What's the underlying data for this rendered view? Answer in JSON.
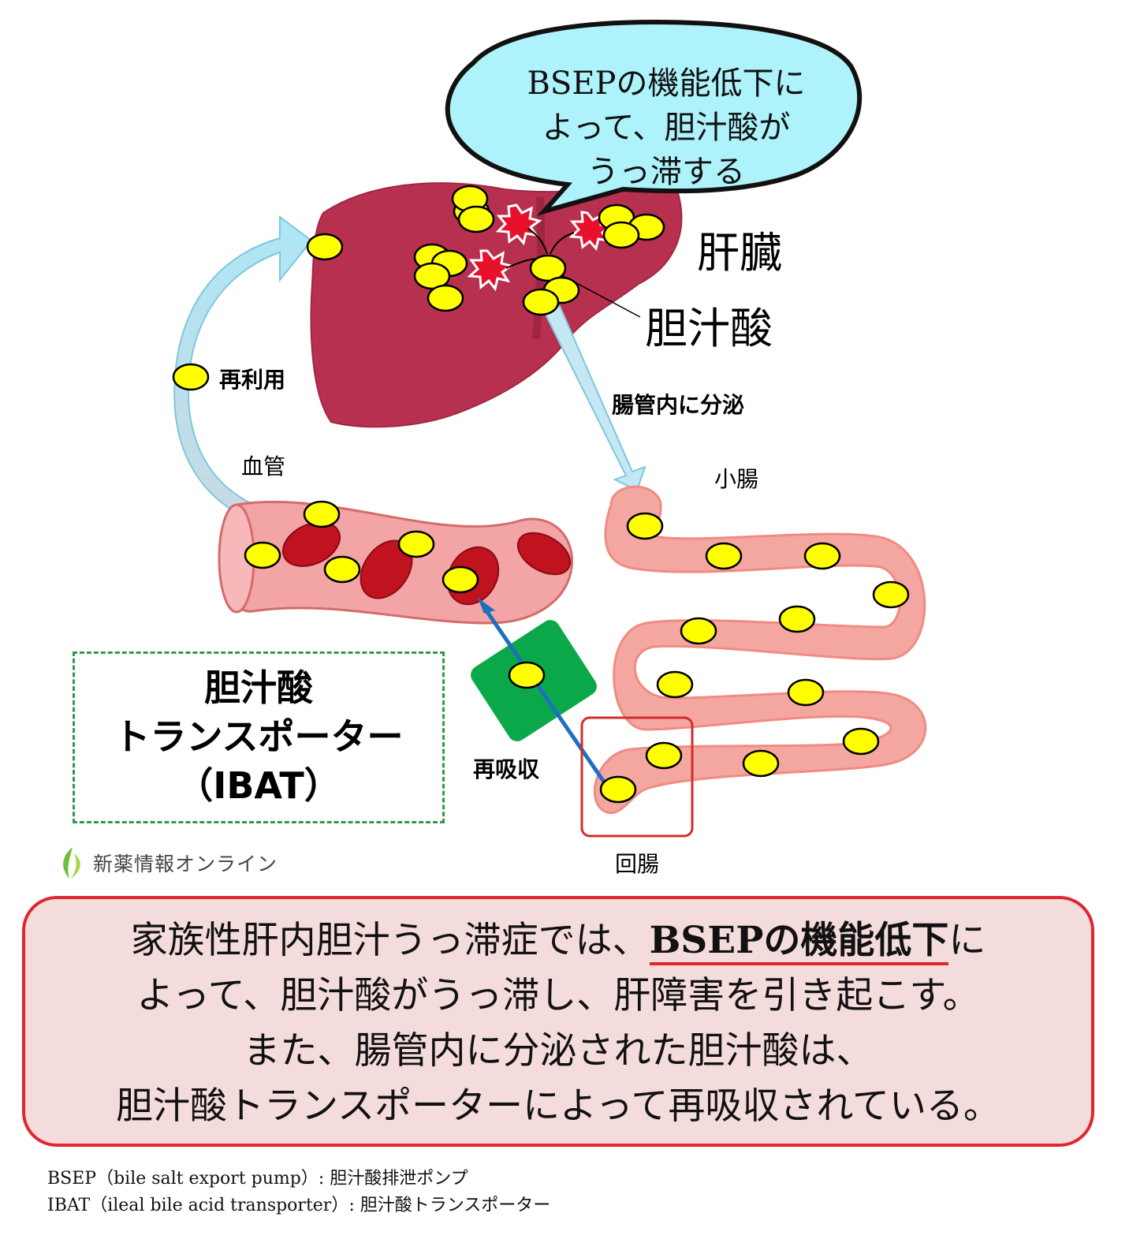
{
  "bubble": {
    "line1": "BSEPの機能低下に",
    "line2": "よって、胆汁酸が",
    "line3": "うっ滞する"
  },
  "labels": {
    "liver": "肝臓",
    "bile_acid": "胆汁酸",
    "reuse": "再利用",
    "secretion": "腸管内に分泌",
    "blood_vessel": "血管",
    "small_intestine": "小腸",
    "reabsorption": "再吸収",
    "ileum": "回腸"
  },
  "ibat_box": {
    "line1": "胆汁酸",
    "line2": "トランスポーター",
    "line3": "（IBAT）"
  },
  "logo": {
    "text": "新薬情報オンライン",
    "icon": "leaf-logo-icon"
  },
  "summary": {
    "line1_pre": "家族性肝内胆汁うっ滞症では、",
    "line1_highlight": "BSEPの機能低下",
    "line1_post": "に",
    "line2": "よって、胆汁酸がうっ滞し、肝障害を引き起こす。",
    "line3": "また、腸管内に分泌された胆汁酸は、",
    "line4": "胆汁酸トランスポーターによって再吸収されている。"
  },
  "footnotes": {
    "bsep": "BSEP（bile salt export pump）: 胆汁酸排泄ポンプ",
    "ibat": "IBAT（ileal bile acid transporter）: 胆汁酸トランスポーター"
  },
  "colors": {
    "liver": "#b8304f",
    "bile_acid": "#ffff00",
    "bubble": "#aef3fb",
    "transporter": "#0ba84a",
    "intestine": "#f4a7a0",
    "vessel": "#f3a4a4",
    "rbc": "#c1121f",
    "highlight_red": "#e0262f",
    "arrow_blue": "#1f6fc0"
  }
}
